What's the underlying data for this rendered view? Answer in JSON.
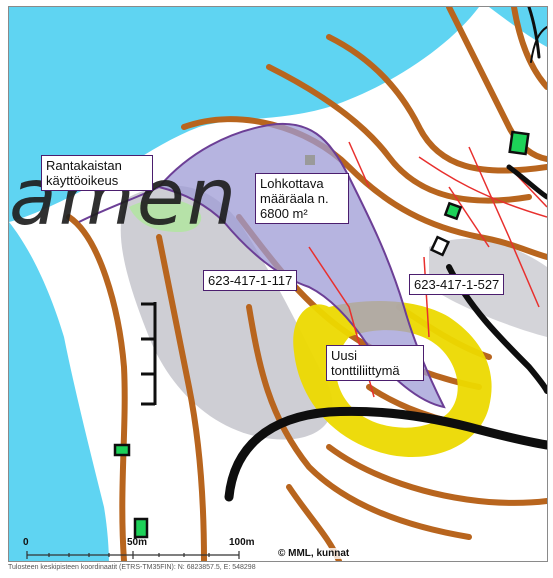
{
  "map": {
    "place_name_text": "amen",
    "labels": {
      "shore_right": "Rantakaistan käyttöoikeus",
      "parcel_area": "Lohkottava määräala n. 6800 m²",
      "property_left": "623-417-1-117",
      "property_right": "623-417-1-527",
      "new_access": "Uusi tonttiliittymä"
    },
    "scale_bar": {
      "label_0": "0",
      "label_50": "50m",
      "label_100": "100m"
    },
    "attribution": "© MML, kunnat",
    "footer": "Tulosteen keskipisteen koordinaatit (ETRS-TM35FIN): N: 6823857.5, E: 548298"
  },
  "colors": {
    "water": "#5fd4f2",
    "land": "#ffffff",
    "contour": "#b8651e",
    "parcel_fill": "#9d9bd6",
    "parcel_outline": "#6c3f96",
    "road": "#0e0e0e",
    "access_ring": "#ecd900",
    "property_line": "#e8302e",
    "building": "#1dd158",
    "gray_area": "#c9c9cf",
    "green_area": "#b6e2a8"
  }
}
